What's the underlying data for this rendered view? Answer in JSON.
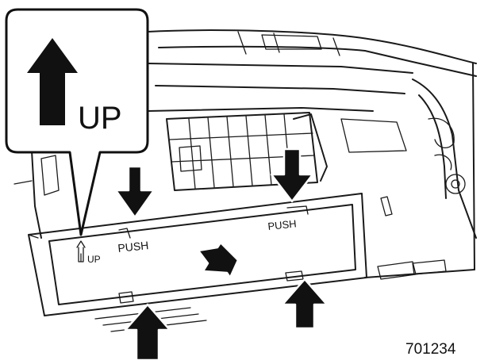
{
  "callout": {
    "label": "UP"
  },
  "labels": {
    "push_left": "PUSH",
    "push_right": "PUSH",
    "up_small": "UP",
    "figure_number": "701234"
  },
  "colors": {
    "ink": "#111111",
    "paper": "#ffffff"
  }
}
